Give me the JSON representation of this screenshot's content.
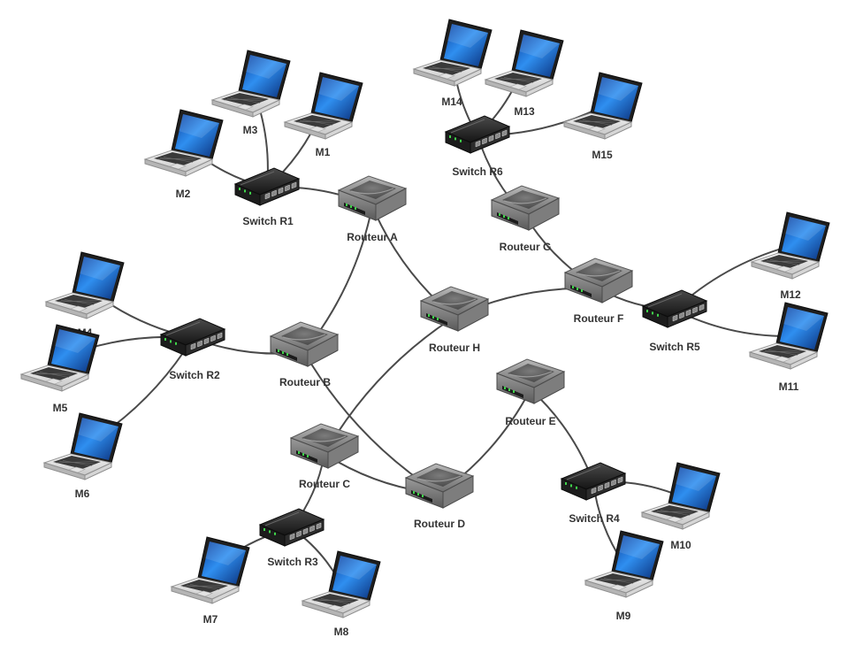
{
  "colors": {
    "link": "#4a4a4a",
    "router_body": "#8f8f8f",
    "switch_body": "#262626",
    "screen": "#1a6fd6",
    "led": "#3fd24a"
  },
  "routers": [
    {
      "id": "A",
      "label": "Routeur A"
    },
    {
      "id": "B",
      "label": "Routeur B"
    },
    {
      "id": "C",
      "label": "Routeur C"
    },
    {
      "id": "D",
      "label": "Routeur D"
    },
    {
      "id": "E",
      "label": "Routeur E"
    },
    {
      "id": "F",
      "label": "Routeur F"
    },
    {
      "id": "G",
      "label": "Routeur G"
    },
    {
      "id": "H",
      "label": "Routeur H"
    }
  ],
  "switches": [
    {
      "id": "R1",
      "label": "Switch R1"
    },
    {
      "id": "R2",
      "label": "Switch R2"
    },
    {
      "id": "R3",
      "label": "Switch R3"
    },
    {
      "id": "R4",
      "label": "Switch R4"
    },
    {
      "id": "R5",
      "label": "Switch R5"
    },
    {
      "id": "R6",
      "label": "Switch R6"
    }
  ],
  "machines": [
    {
      "id": "M1",
      "label": "M1"
    },
    {
      "id": "M2",
      "label": "M2"
    },
    {
      "id": "M3",
      "label": "M3"
    },
    {
      "id": "M4",
      "label": "M4"
    },
    {
      "id": "M5",
      "label": "M5"
    },
    {
      "id": "M6",
      "label": "M6"
    },
    {
      "id": "M7",
      "label": "M7"
    },
    {
      "id": "M8",
      "label": "M8"
    },
    {
      "id": "M9",
      "label": "M9"
    },
    {
      "id": "M10",
      "label": "M10"
    },
    {
      "id": "M11",
      "label": "M11"
    },
    {
      "id": "M12",
      "label": "M12"
    },
    {
      "id": "M13",
      "label": "M13"
    },
    {
      "id": "M14",
      "label": "M14"
    },
    {
      "id": "M15",
      "label": "M15"
    }
  ],
  "links": [
    [
      "A",
      "R1"
    ],
    [
      "A",
      "B"
    ],
    [
      "A",
      "H"
    ],
    [
      "B",
      "R2"
    ],
    [
      "B",
      "D"
    ],
    [
      "C",
      "H"
    ],
    [
      "C",
      "D"
    ],
    [
      "C",
      "R3"
    ],
    [
      "D",
      "E"
    ],
    [
      "E",
      "R4"
    ],
    [
      "F",
      "H"
    ],
    [
      "F",
      "G"
    ],
    [
      "F",
      "R5"
    ],
    [
      "G",
      "R6"
    ],
    [
      "R1",
      "M1"
    ],
    [
      "R1",
      "M2"
    ],
    [
      "R1",
      "M3"
    ],
    [
      "R2",
      "M4"
    ],
    [
      "R2",
      "M5"
    ],
    [
      "R2",
      "M6"
    ],
    [
      "R3",
      "M7"
    ],
    [
      "R3",
      "M8"
    ],
    [
      "R4",
      "M9"
    ],
    [
      "R4",
      "M10"
    ],
    [
      "R5",
      "M11"
    ],
    [
      "R5",
      "M12"
    ],
    [
      "R6",
      "M13"
    ],
    [
      "R6",
      "M14"
    ],
    [
      "R6",
      "M15"
    ]
  ]
}
